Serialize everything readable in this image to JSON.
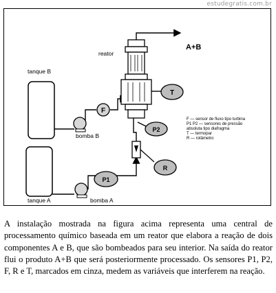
{
  "site_watermark": "estudegratis.com.br",
  "diagram": {
    "label_reator": "reator",
    "label_product": "A+B",
    "label_tanque_b": "tanque B",
    "label_tanque_a": "tanque A",
    "label_bomba_b": "bomba B",
    "label_bomba_a": "bomba A",
    "sensor_f": "F",
    "sensor_t": "T",
    "sensor_p2": "P2",
    "sensor_p1": "P1",
    "sensor_r": "R",
    "legend": [
      "F — sensor de fluxo tipo turbina",
      "P1 P2 — sensores de pressão",
      "absoluta tipo diafragma",
      "T — termopar",
      "R — rotâmetro"
    ]
  },
  "description": "A instalação mostrada na figura acima representa uma central de processamento químico baseada em um reator que elabora a reação de dois componentes A e B, que são bombeados para seu interior. Na saída do reator flui o produto A+B que será posteriormente processado. Os sensores P1, P2, F, R e T, marcados em cinza, medem as variáveis que interferem na reação."
}
